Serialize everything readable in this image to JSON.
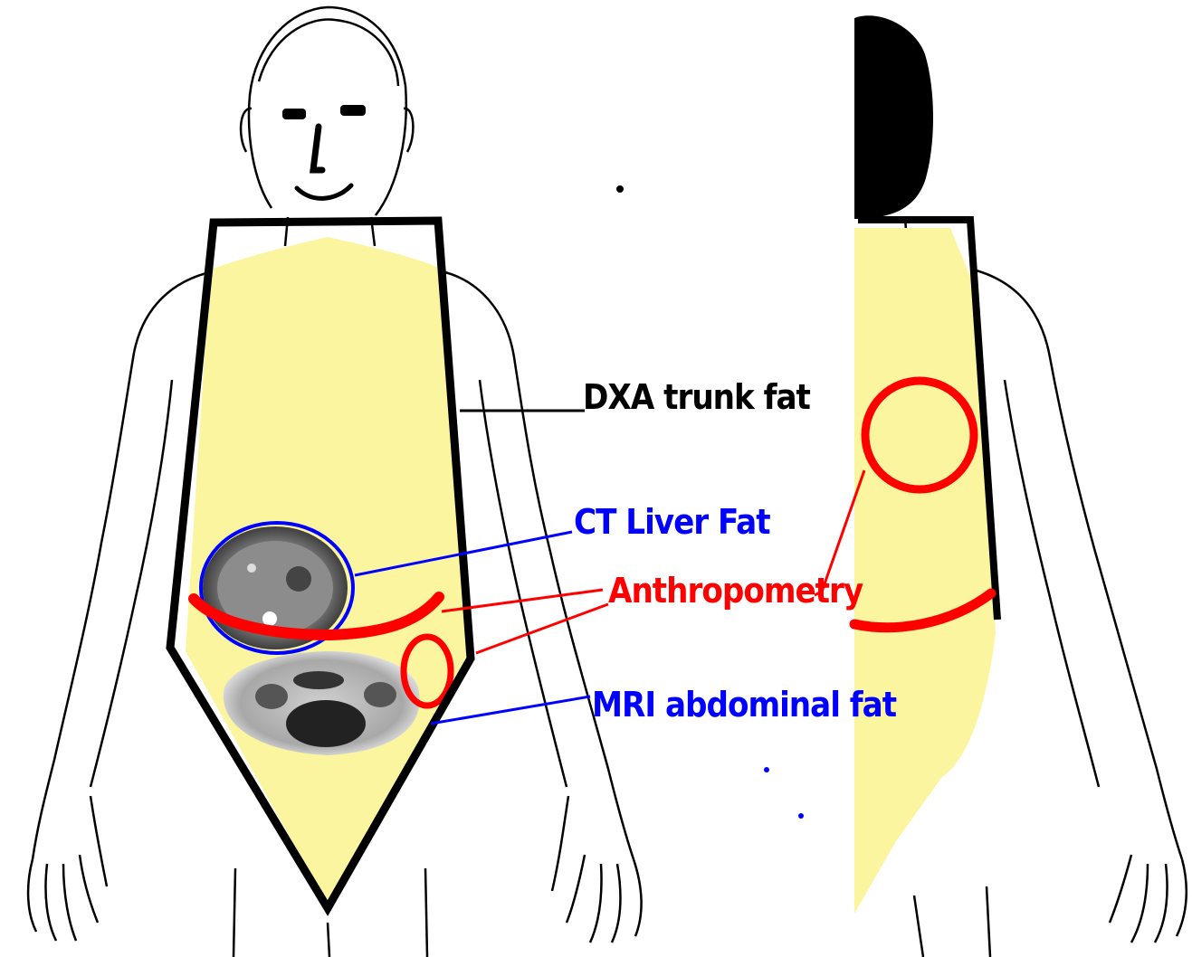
{
  "labels": {
    "dxa": "DXA trunk fat",
    "ct": "CT Liver Fat",
    "anthro": "Anthropometry",
    "mri": "MRI abdominal fat"
  },
  "colors": {
    "trunk_fill": "#fbf5a0",
    "dxa": "#000000",
    "ct": "#0000ff",
    "anthro": "#ff0000",
    "mri": "#0000ff",
    "outline": "#000000"
  }
}
